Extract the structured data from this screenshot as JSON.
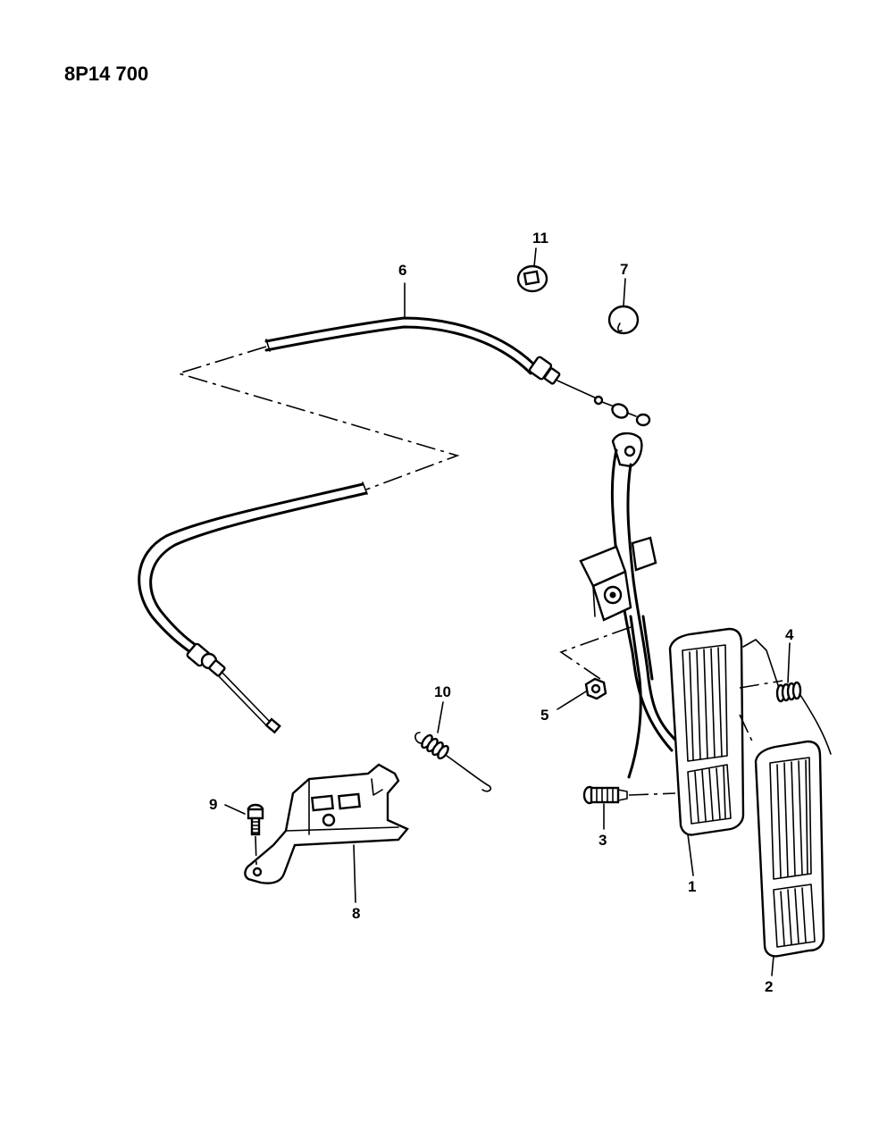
{
  "header": {
    "code": "8P14 700"
  },
  "callouts": {
    "c1": "1",
    "c2": "2",
    "c3": "3",
    "c4": "4",
    "c5": "5",
    "c6": "6",
    "c7": "7",
    "c8": "8",
    "c9": "9",
    "c10": "10",
    "c11": "11"
  }
}
